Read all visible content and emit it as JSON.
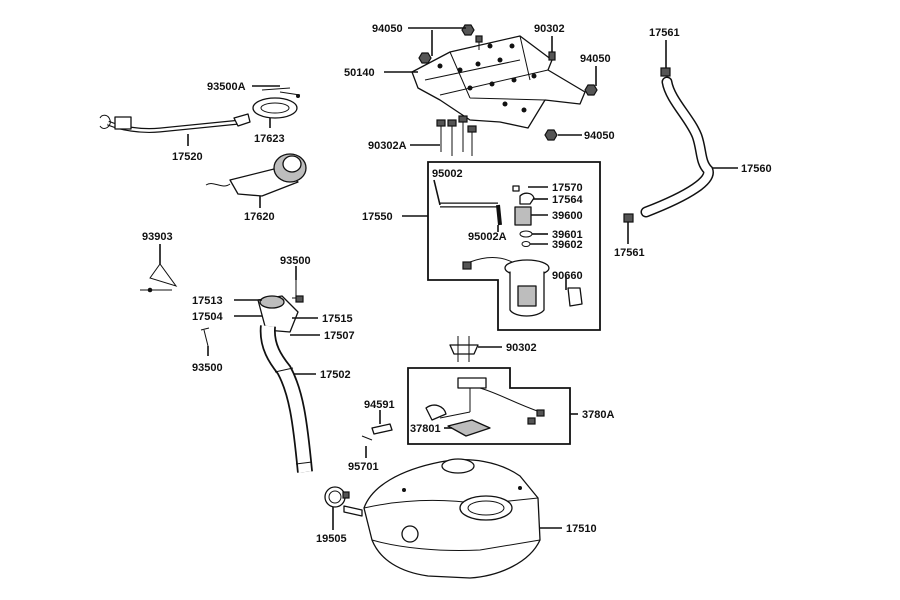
{
  "callouts": {
    "c94050_top": "94050",
    "c90302_top": "90302",
    "c50140": "50140",
    "c94050_r": "94050",
    "c94050_b": "94050",
    "c90302A": "90302A",
    "c17561_top": "17561",
    "c17560": "17560",
    "c17561_bot": "17561",
    "c93500A": "93500A",
    "c17623": "17623",
    "c17520": "17520",
    "c17620": "17620",
    "c95002": "95002",
    "c17570": "17570",
    "c17564": "17564",
    "c17550": "17550",
    "c39600": "39600",
    "c95002A": "95002A",
    "c39601": "39601",
    "c39602": "39602",
    "c90660": "90660",
    "c93903": "93903",
    "c93500_top": "93500",
    "c17513": "17513",
    "c17515": "17515",
    "c17504": "17504",
    "c17507": "17507",
    "c93500_bot": "93500",
    "c17502": "17502",
    "c90302_mid": "90302",
    "c94591": "94591",
    "c3780A": "3780A",
    "c37801": "37801",
    "c95701": "95701",
    "c19505": "19505",
    "c17510": "17510"
  }
}
